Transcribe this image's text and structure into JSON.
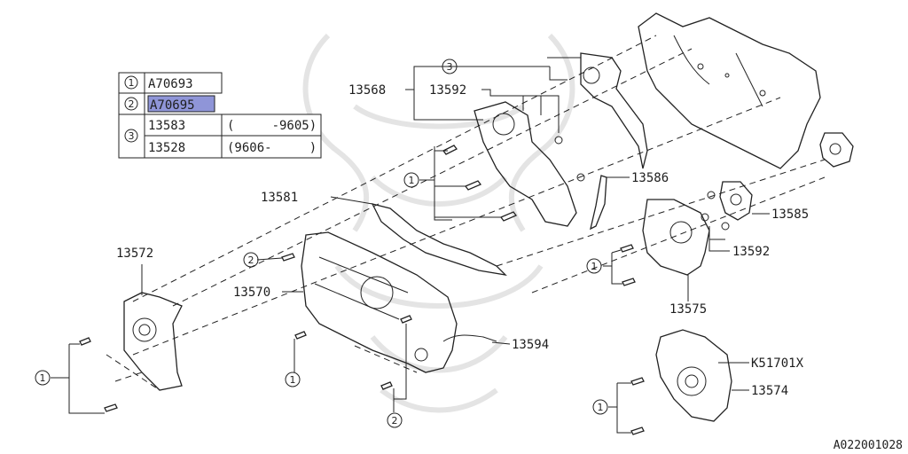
{
  "legend": {
    "rows": [
      {
        "key": "1",
        "parts": [
          {
            "code": "A70693",
            "range": ""
          }
        ]
      },
      {
        "key": "2",
        "parts": [
          {
            "code": "A70695",
            "range": ""
          }
        ],
        "highlighted": true
      },
      {
        "key": "3",
        "parts": [
          {
            "code": "13583",
            "range": "(     -9605)"
          },
          {
            "code": "13528",
            "range": "(9606-     )"
          }
        ]
      }
    ]
  },
  "callouts": {
    "p13568": "13568",
    "p13592_top": "13592",
    "p13581": "13581",
    "p13586": "13586",
    "p13585": "13585",
    "p13592_right": "13592",
    "p13572": "13572",
    "p13570": "13570",
    "p13575": "13575",
    "p13594": "13594",
    "pK51701X": "K51701X",
    "p13574": "13574"
  },
  "markers": {
    "m3_top": "3",
    "m1_upper_left": "1",
    "m2_upper": "2",
    "m1_right": "1",
    "m1_left": "1",
    "m1_center": "1",
    "m2_lower": "2",
    "m1_lower_right": "1"
  },
  "diagram_code": "A022001028",
  "colors": {
    "highlight": "#8f95d8",
    "ink": "#222222"
  }
}
